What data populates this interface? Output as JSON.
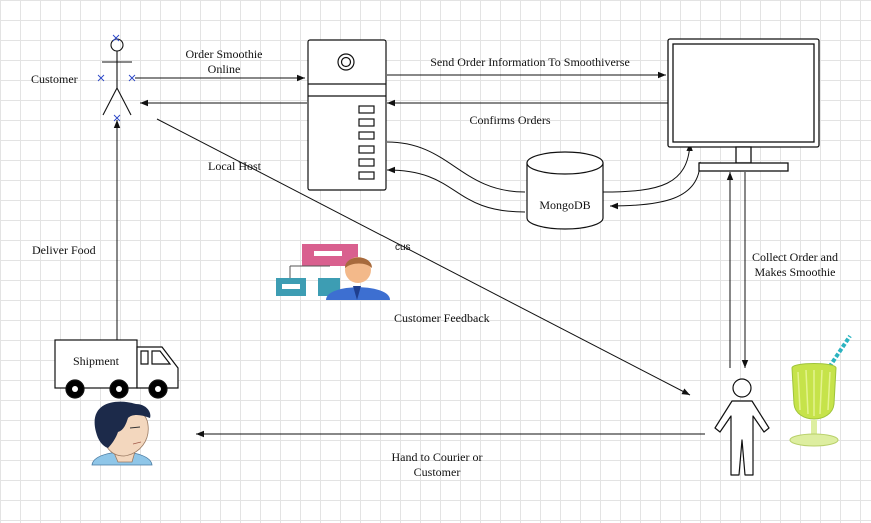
{
  "labels": {
    "customer": "Customer",
    "order_smoothie_line1": "Order Smoothie",
    "order_smoothie_line2": "Online",
    "send_order_info": "Send Order Information To Smoothiverse",
    "confirms_orders": "Confirms Orders",
    "local_host": "Local Host",
    "mongodb": "MongoDB",
    "cus": "cus",
    "deliver_food": "Deliver Food",
    "customer_feedback": "Customer Feedback",
    "collect_order_line1": "Collect Order and",
    "collect_order_line2": "Makes Smoothie",
    "shipment": "Shipment",
    "hand_to_courier_line1": "Hand to Courier or",
    "hand_to_courier_line2": "Customer"
  },
  "icons": {
    "customer": "stick-figure-icon",
    "server": "server-tower-icon",
    "monitor": "computer-monitor-icon",
    "database": "database-cylinder-icon",
    "feedback": "user-with-org-chart-icon",
    "truck": "delivery-truck-icon",
    "courier": "person-head-icon",
    "worker": "stick-figure-icon",
    "smoothie": "smoothie-glass-icon"
  },
  "colors": {
    "stroke": "#111111",
    "truck_wheel": "#000000",
    "smoothie_green": "#c6e34a",
    "straw": "#2bb3c0",
    "org_chart_pink": "#d9608f",
    "org_chart_teal": "#3d9db3",
    "person_blue": "#3d6fd1",
    "face_skin": "#f3d7be",
    "hair": "#1c2a4a"
  }
}
